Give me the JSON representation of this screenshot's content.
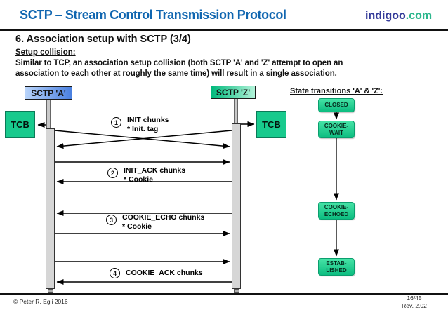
{
  "header": {
    "title": "SCTP – Stream Control Transmission Protocol",
    "brand": {
      "name": "indigoo",
      "tld": ".com"
    }
  },
  "section": {
    "heading": "6. Association setup with SCTP (3/4)",
    "subheading": "Setup collision:",
    "body_lines": [
      "Similar to TCP, an association setup collision (both SCTP 'A' and 'Z' attempt to open an",
      "association to each other at roughly the same time) will result in a single association."
    ]
  },
  "diagram": {
    "endpoint_a": "SCTP 'A'",
    "endpoint_z": "SCTP 'Z'",
    "tcb_left": "TCB",
    "tcb_right": "TCB",
    "messages": [
      {
        "num": "1",
        "title": "INIT chunks",
        "note": "* Init. tag"
      },
      {
        "num": "2",
        "title": "INIT_ACK chunks",
        "note": "* Cookie"
      },
      {
        "num": "3",
        "title": "COOKIE_ECHO chunks",
        "note": "* Cookie"
      },
      {
        "num": "4",
        "title": "COOKIE_ACK chunks",
        "note": ""
      }
    ]
  },
  "state_transitions": {
    "heading": "State transitions 'A' & 'Z':",
    "states": [
      {
        "line1": "CLOSED",
        "line2": ""
      },
      {
        "line1": "COOKIE-",
        "line2": "WAIT"
      },
      {
        "line1": "COOKIE-",
        "line2": "ECHOED"
      },
      {
        "line1": "ESTAB-",
        "line2": "LISHED"
      }
    ]
  },
  "footer": {
    "copyright": "© Peter R. Egli 2016",
    "page": "16/45",
    "revision": "Rev. 2.02"
  },
  "colors": {
    "title_blue": "#1066b0",
    "brand_indigo": "#333a99",
    "brand_green": "#2cb68c",
    "endpoint_a_blue": "#4a80e0",
    "endpoint_z_green": "#00b97c",
    "tcb_green": "#18ca8d",
    "state_green": "#0cbd80"
  }
}
